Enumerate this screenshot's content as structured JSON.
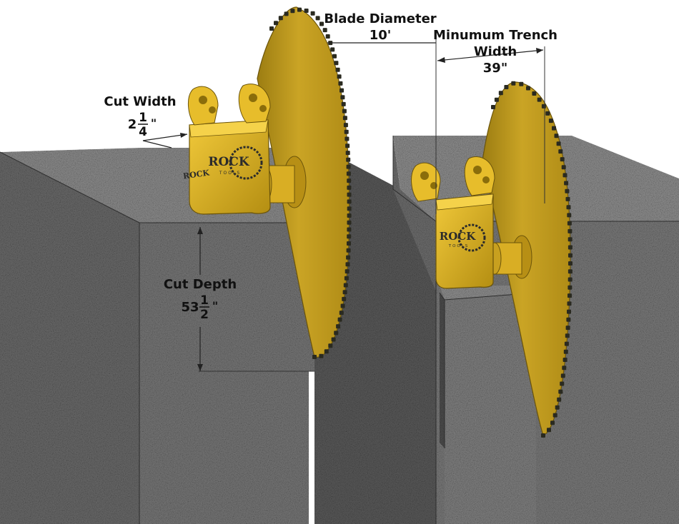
{
  "colors": {
    "granite": "#5e5e5e",
    "granite_dark": "#3f3f3f",
    "blade_yellow": "#c9a21a",
    "blade_shadow": "#8a6d0b",
    "teeth": "#2a2a20",
    "housing_yellow": "#e0b523",
    "logo_text": "#2b2b2b"
  },
  "annotations": {
    "blade_diameter": {
      "label": "Blade Diameter",
      "value": "10'"
    },
    "trench_width": {
      "label_line1": "Minumum Trench",
      "label_line2": "Width",
      "value": "39\""
    },
    "cut_width": {
      "label": "Cut Width",
      "whole": "2",
      "num": "1",
      "den": "4",
      "unit": "\""
    },
    "cut_depth": {
      "label": "Cut Depth",
      "whole": "53",
      "num": "1",
      "den": "2",
      "unit": "\""
    }
  },
  "logos": {
    "left": {
      "brand": "ROCK",
      "sub": "TOOLS"
    },
    "right": {
      "brand": "ROCK",
      "sub": "TOOLS"
    }
  }
}
